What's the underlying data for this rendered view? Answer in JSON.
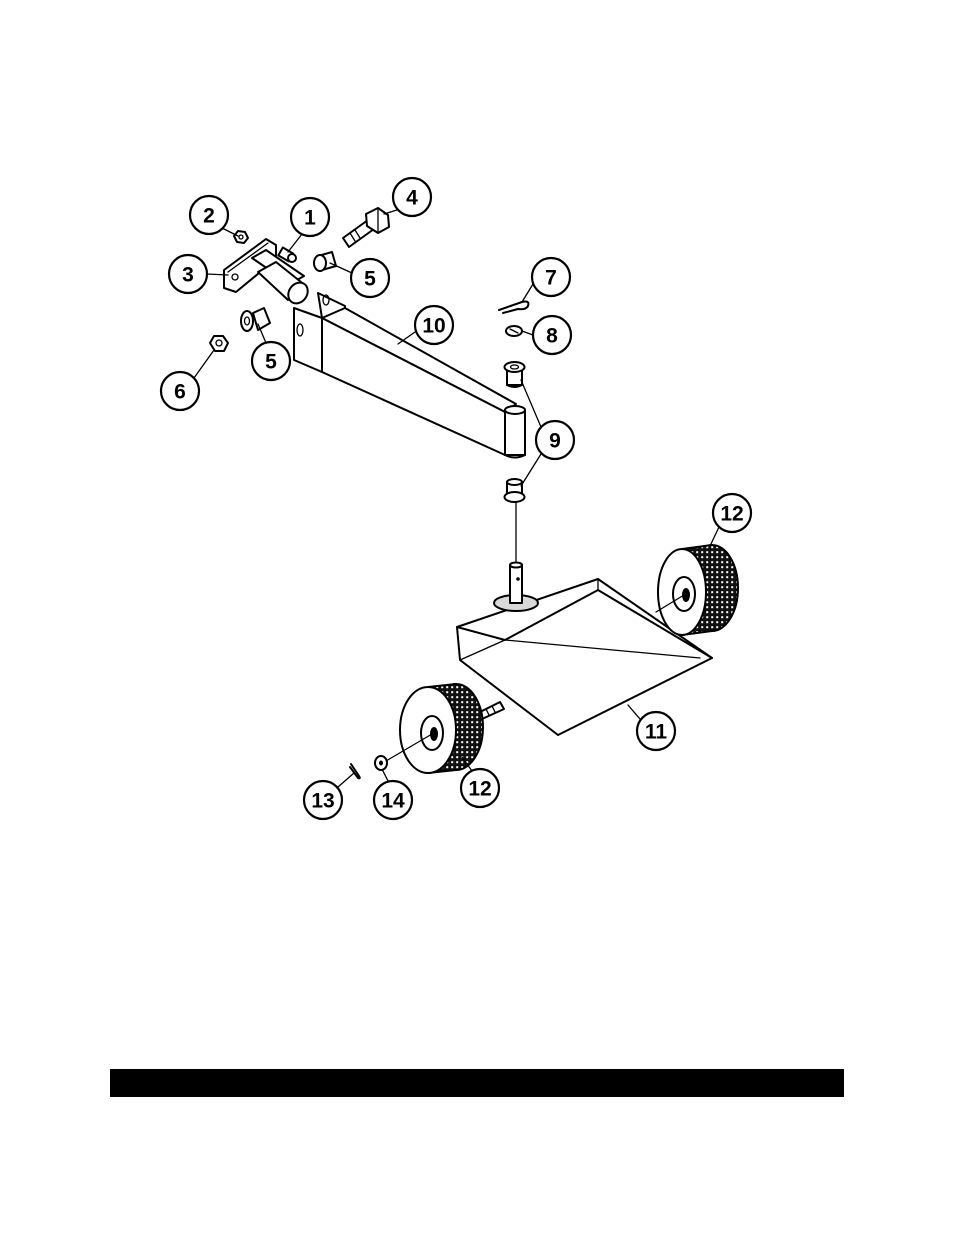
{
  "callouts": {
    "part_1": "1",
    "part_2": "2",
    "part_3": "3",
    "part_4": "4",
    "part_5_upper": "5",
    "part_5_lower": "5",
    "part_6": "6",
    "part_7": "7",
    "part_8": "8",
    "part_9": "9",
    "part_10": "10",
    "part_11": "11",
    "part_12_upper": "12",
    "part_12_lower": "12",
    "part_13": "13",
    "part_14": "14"
  }
}
